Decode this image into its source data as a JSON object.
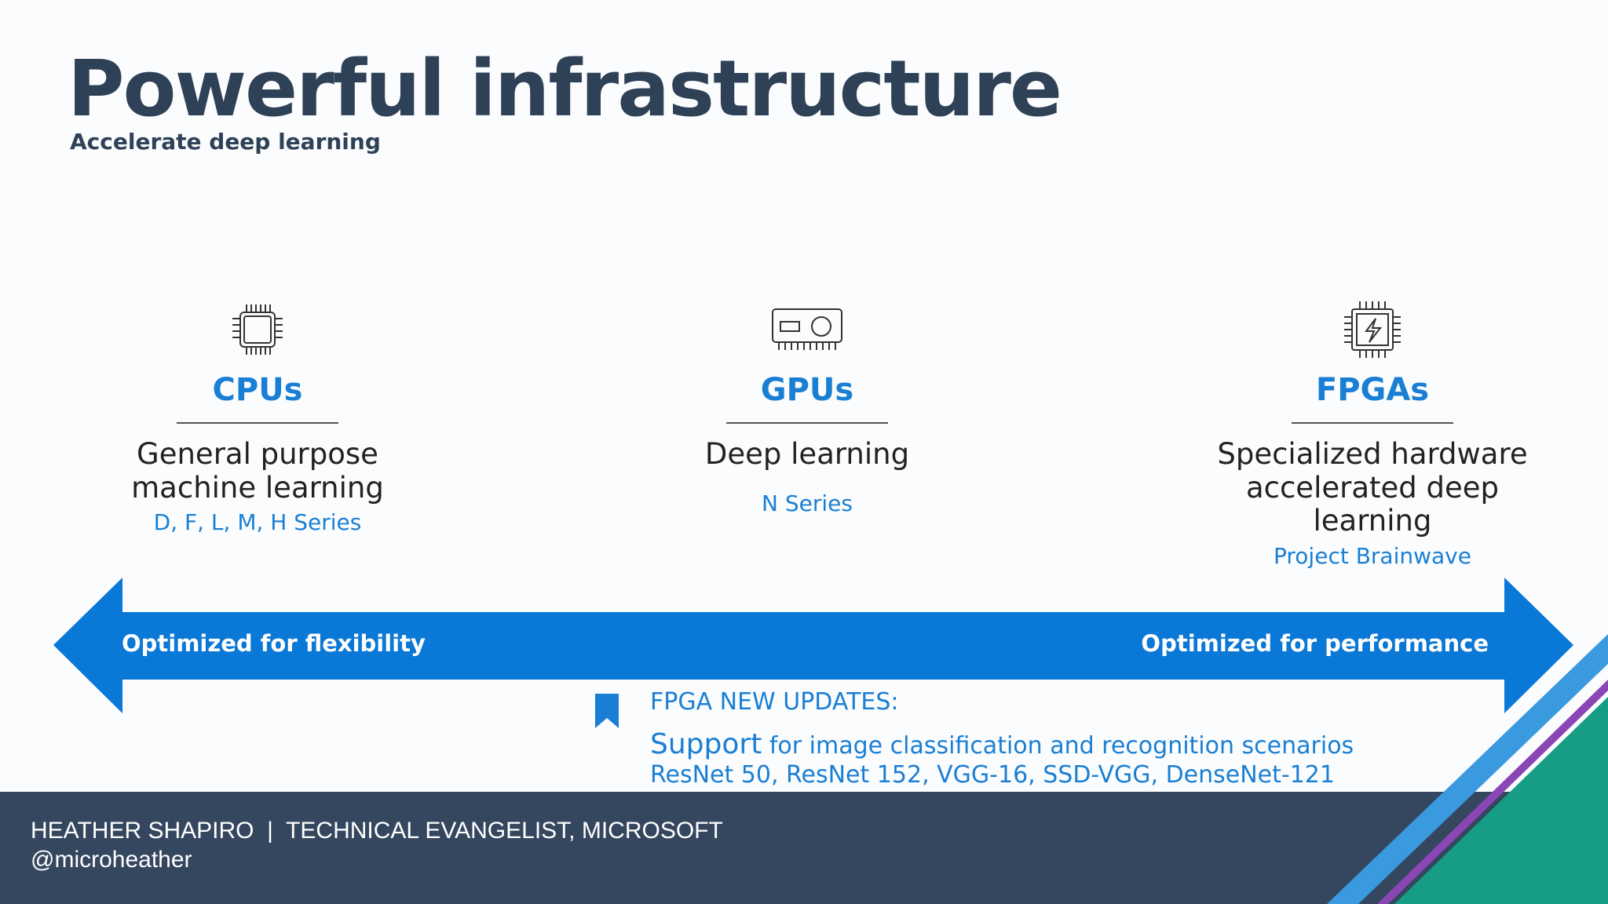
{
  "header": {
    "title": "Powerful infrastructure",
    "subtitle": "Accelerate deep learning"
  },
  "columns": [
    {
      "icon": "cpu-chip-icon",
      "heading": "CPUs",
      "description": "General purpose machine learning",
      "series": "D, F, L, M, H Series"
    },
    {
      "icon": "gpu-card-icon",
      "heading": "GPUs",
      "description": "Deep learning",
      "series": "N Series"
    },
    {
      "icon": "fpga-chip-icon",
      "heading": "FPGAs",
      "description": "Specialized hardware accelerated deep learning",
      "series": "Project Brainwave"
    }
  ],
  "arrow": {
    "left_label": "Optimized for flexibility",
    "right_label": "Optimized for performance",
    "color": "#0a78d7"
  },
  "updates": {
    "icon": "bookmark-icon",
    "heading": "FPGA NEW UPDATES:",
    "support_word": "Support",
    "support_rest": " for image classification and recognition scenarios",
    "models": "ResNet 50, ResNet 152, VGG-16, SSD-VGG, DenseNet-121"
  },
  "footer": {
    "speaker_line": "HEATHER SHAPIRO  |  TECHNICAL EVANGELIST, MICROSOFT",
    "handle": "@microheather",
    "background": "#34475f"
  },
  "colors": {
    "title": "#2f4157",
    "accent": "#1a7fd4",
    "stripe_blue": "#3a9ae0",
    "stripe_purple": "#8b46b6",
    "stripe_green": "#179c85"
  }
}
